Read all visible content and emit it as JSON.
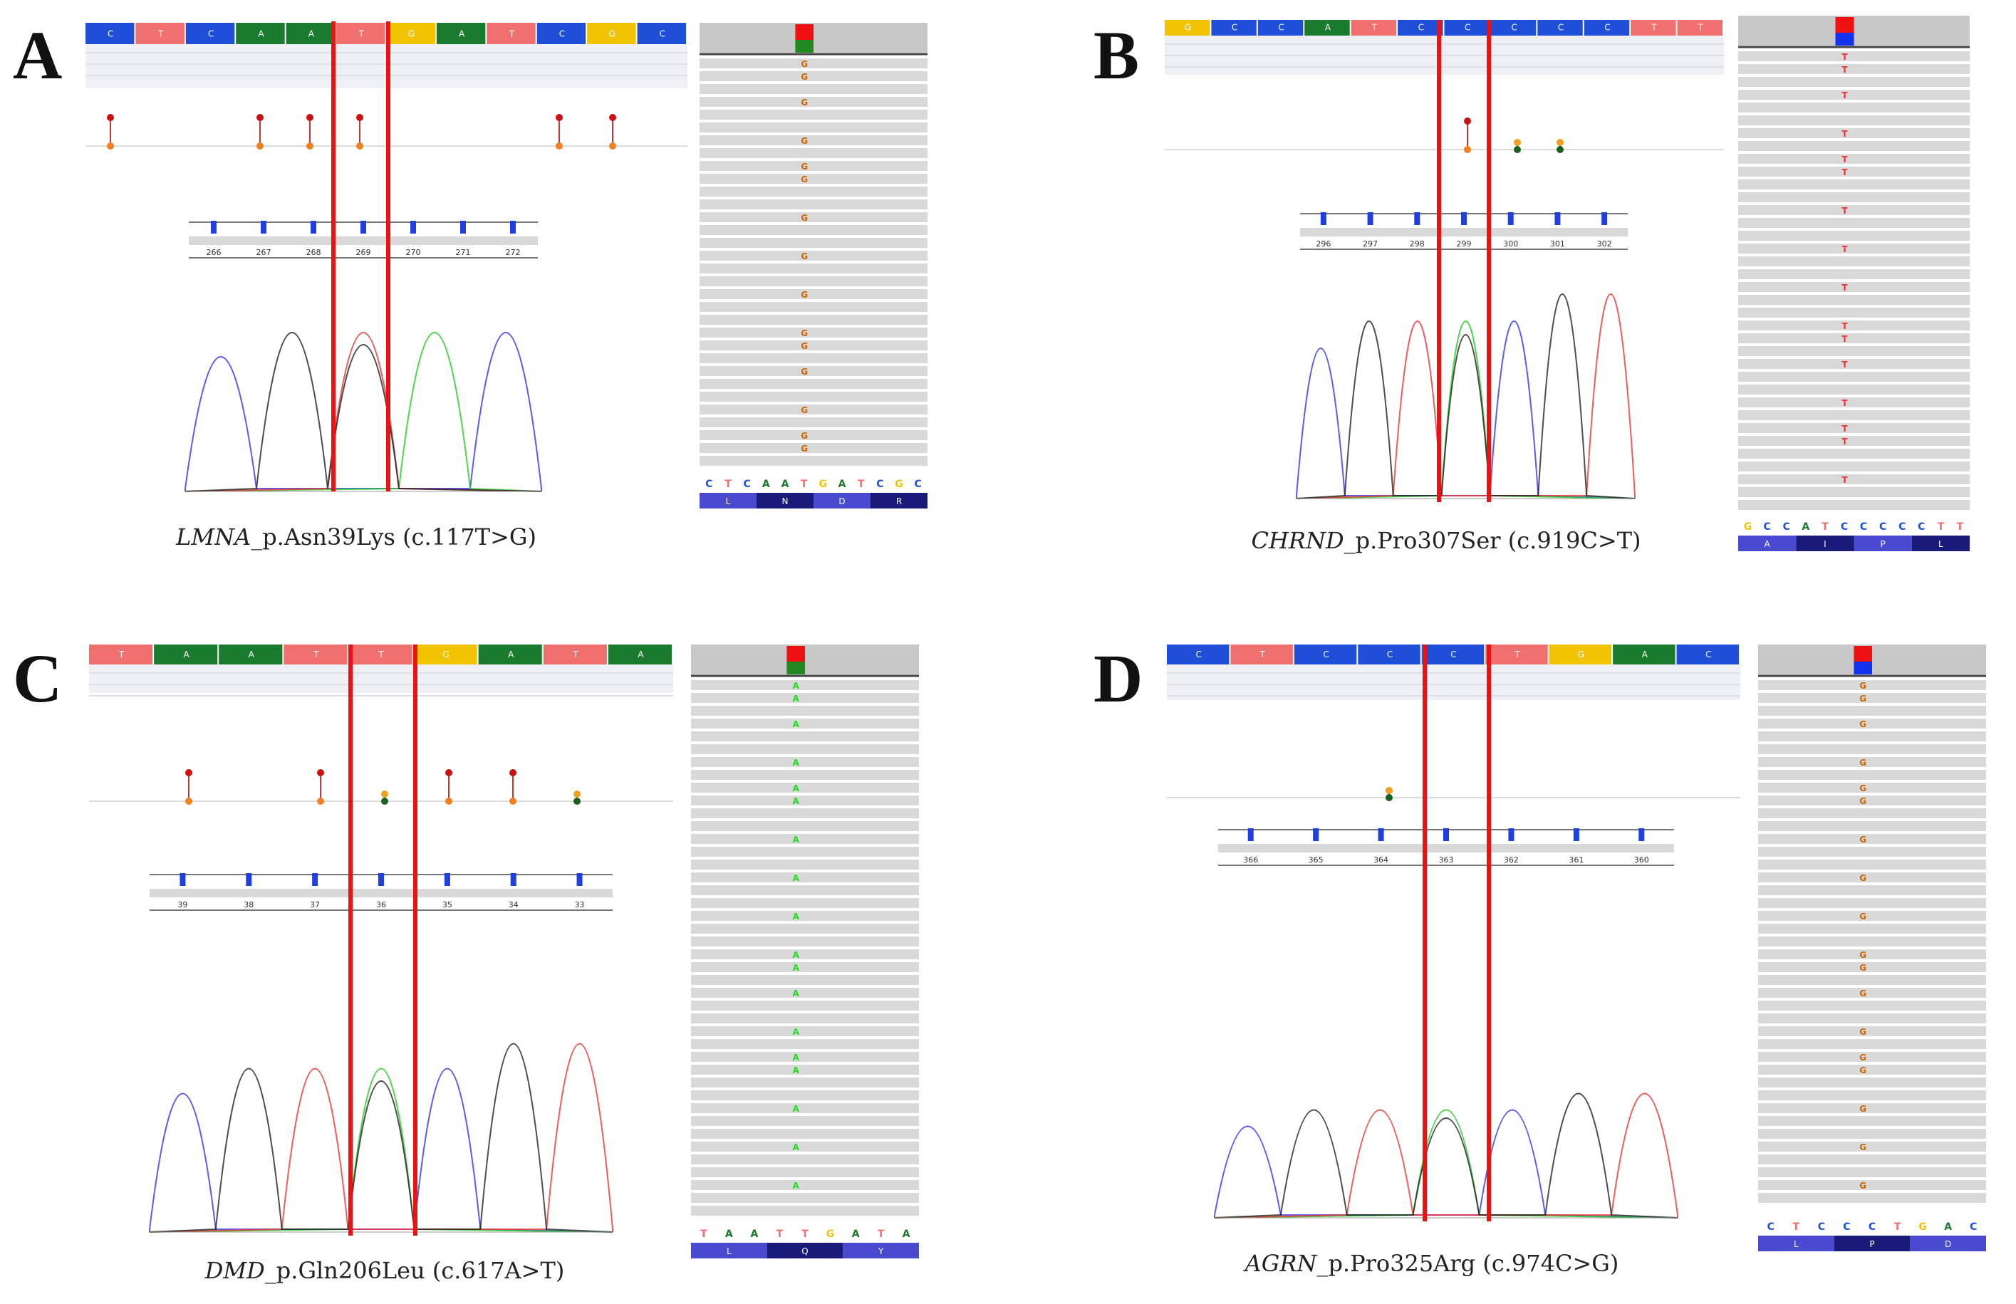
{
  "panels": [
    {
      "letter": "A",
      "gene": "LMNA",
      "rest": "_p.Asn39Lys (c.117T>G)",
      "ref_bases": [
        "C",
        "T",
        "C",
        "A",
        "A",
        "T",
        "G",
        "A",
        "T",
        "C",
        "G",
        "C"
      ],
      "chrom_positions": [
        "266",
        "267",
        "268",
        "269",
        "270",
        "271",
        "272"
      ],
      "alt_allele": "G",
      "igv_ref": [
        "C",
        "T",
        "C",
        "A",
        "A",
        "T",
        "G",
        "A",
        "T",
        "C",
        "G",
        "C"
      ],
      "aa": [
        "L",
        "N",
        "D",
        "R"
      ]
    },
    {
      "letter": "B",
      "gene": "CHRND",
      "rest": "_p.Pro307Ser (c.919C>T)",
      "ref_bases": [
        "G",
        "C",
        "C",
        "A",
        "T",
        "C",
        "C",
        "C",
        "C",
        "C",
        "T",
        "T"
      ],
      "chrom_positions": [
        "296",
        "297",
        "298",
        "299",
        "300",
        "301",
        "302"
      ],
      "alt_allele": "T",
      "igv_ref": [
        "G",
        "C",
        "C",
        "A",
        "T",
        "C",
        "C",
        "C",
        "C",
        "C",
        "T",
        "T"
      ],
      "aa": [
        "A",
        "I",
        "P",
        "L"
      ]
    },
    {
      "letter": "C",
      "gene": "DMD",
      "rest": "_p.Gln206Leu (c.617A>T)",
      "ref_bases": [
        "T",
        "A",
        "A",
        "T",
        "T",
        "G",
        "A",
        "T",
        "A"
      ],
      "chrom_positions": [
        "39",
        "38",
        "37",
        "36",
        "35",
        "34",
        "33"
      ],
      "alt_allele": "A",
      "igv_ref": [
        "T",
        "A",
        "A",
        "T",
        "T",
        "G",
        "A",
        "T",
        "A"
      ],
      "aa": [
        "L",
        "Q",
        "Y"
      ]
    },
    {
      "letter": "D",
      "gene": "AGRN",
      "rest": "_p.Pro325Arg (c.974C>G)",
      "ref_bases": [
        "C",
        "T",
        "C",
        "C",
        "C",
        "T",
        "G",
        "A",
        "C"
      ],
      "chrom_positions": [
        "366",
        "365",
        "364",
        "363",
        "362",
        "361",
        "360"
      ],
      "alt_allele": "G",
      "igv_ref": [
        "C",
        "T",
        "C",
        "C",
        "C",
        "T",
        "G",
        "A",
        "C"
      ],
      "aa": [
        "L",
        "P",
        "D"
      ]
    }
  ],
  "colors": {
    "A": "#1a7a2e",
    "C": "#1f4fd8",
    "G": "#f2c300",
    "T": "#f07070",
    "marker": "#ee1111",
    "read": "#d9d9d9"
  }
}
